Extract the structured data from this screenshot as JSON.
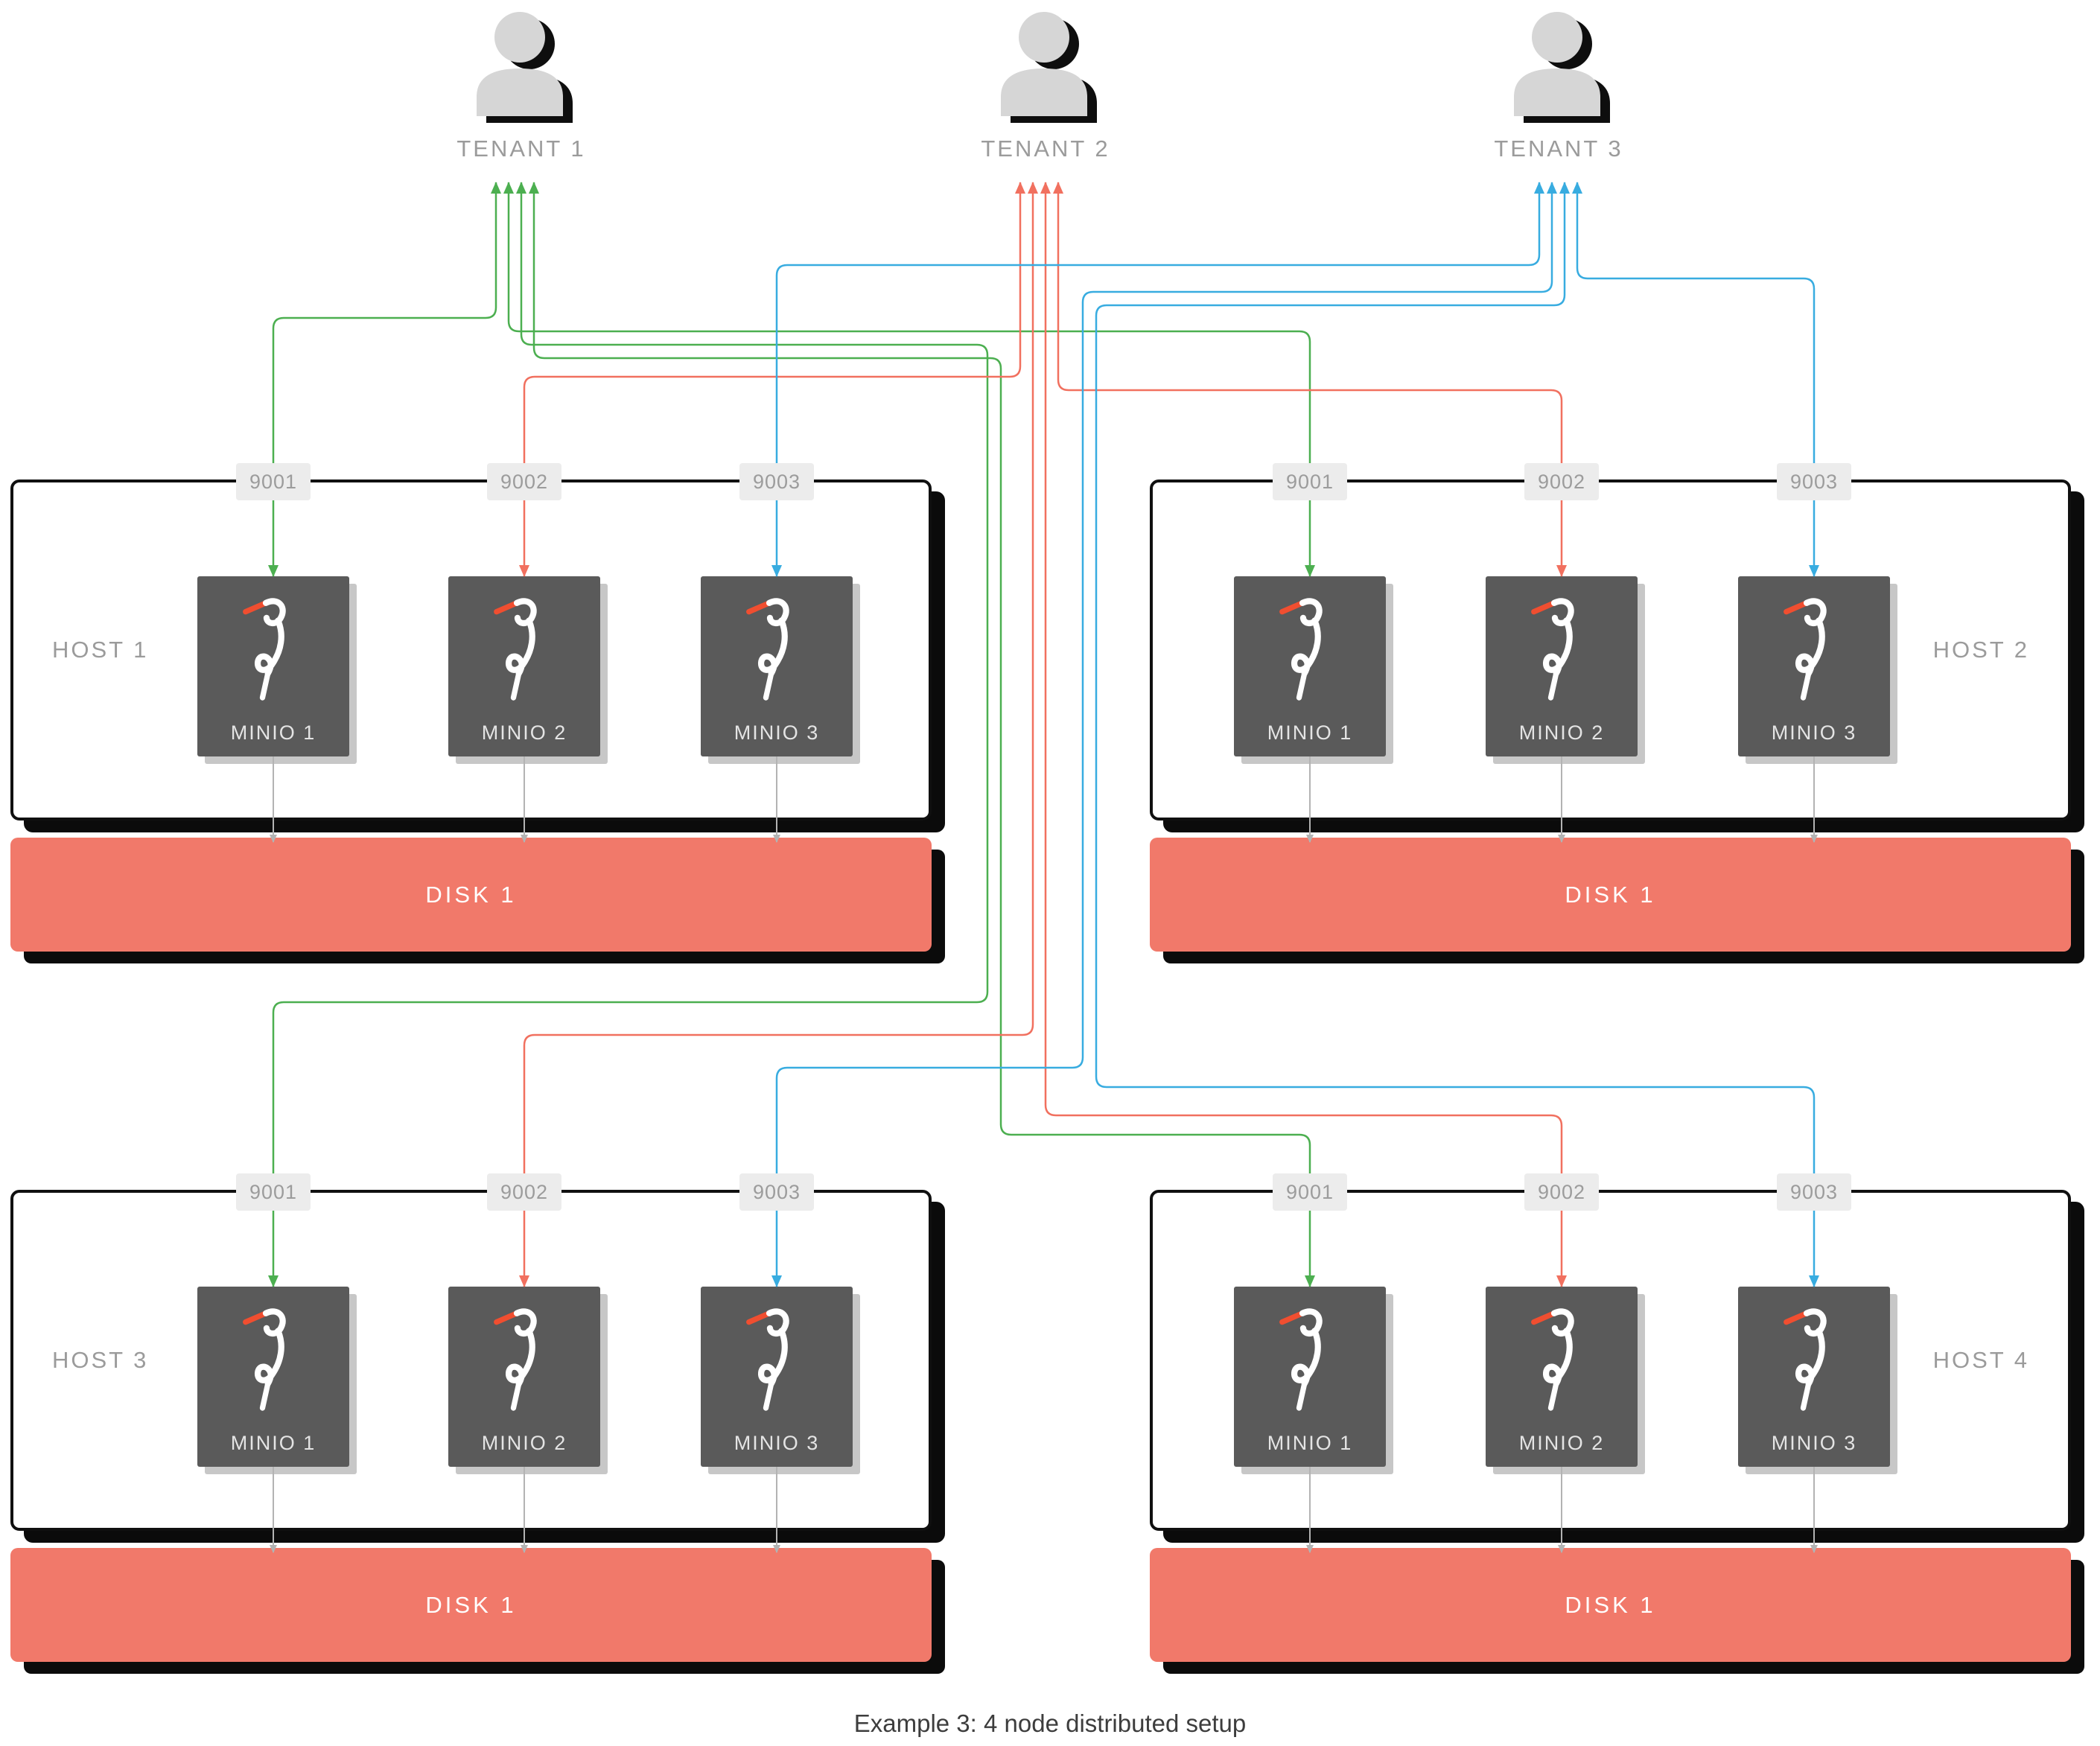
{
  "caption": "Example 3: 4 node distributed setup",
  "tenants": [
    {
      "label": "TENANT 1",
      "color": "#4caf50"
    },
    {
      "label": "TENANT 2",
      "color": "#f1705f"
    },
    {
      "label": "TENANT 3",
      "color": "#38ace0"
    }
  ],
  "hosts": [
    {
      "label": "HOST 1",
      "ports": [
        "9001",
        "9002",
        "9003"
      ],
      "minios": [
        "MINIO 1",
        "MINIO 2",
        "MINIO 3"
      ],
      "disk": "DISK 1"
    },
    {
      "label": "HOST 2",
      "ports": [
        "9001",
        "9002",
        "9003"
      ],
      "minios": [
        "MINIO 1",
        "MINIO 2",
        "MINIO 3"
      ],
      "disk": "DISK 1"
    },
    {
      "label": "HOST 3",
      "ports": [
        "9001",
        "9002",
        "9003"
      ],
      "minios": [
        "MINIO 1",
        "MINIO 2",
        "MINIO 3"
      ],
      "disk": "DISK 1"
    },
    {
      "label": "HOST 4",
      "ports": [
        "9001",
        "9002",
        "9003"
      ],
      "minios": [
        "MINIO 1",
        "MINIO 2",
        "MINIO 3"
      ],
      "disk": "DISK 1"
    }
  ],
  "connections": [
    {
      "tenant": 0,
      "host": 0,
      "port": "9001"
    },
    {
      "tenant": 0,
      "host": 1,
      "port": "9001"
    },
    {
      "tenant": 0,
      "host": 2,
      "port": "9001"
    },
    {
      "tenant": 0,
      "host": 3,
      "port": "9001"
    },
    {
      "tenant": 1,
      "host": 0,
      "port": "9002"
    },
    {
      "tenant": 1,
      "host": 1,
      "port": "9002"
    },
    {
      "tenant": 1,
      "host": 2,
      "port": "9002"
    },
    {
      "tenant": 1,
      "host": 3,
      "port": "9002"
    },
    {
      "tenant": 2,
      "host": 0,
      "port": "9003"
    },
    {
      "tenant": 2,
      "host": 1,
      "port": "9003"
    },
    {
      "tenant": 2,
      "host": 2,
      "port": "9003"
    },
    {
      "tenant": 2,
      "host": 3,
      "port": "9003"
    }
  ],
  "icons": {
    "tenant": "person-icon",
    "minio": "minio-bird-icon"
  },
  "colors": {
    "minio_node": "#5a5a5a",
    "disk": "#f1796a",
    "beak": "#f04e30",
    "label_gray": "#9b9b9b",
    "line_gray": "#b3b3b3"
  }
}
